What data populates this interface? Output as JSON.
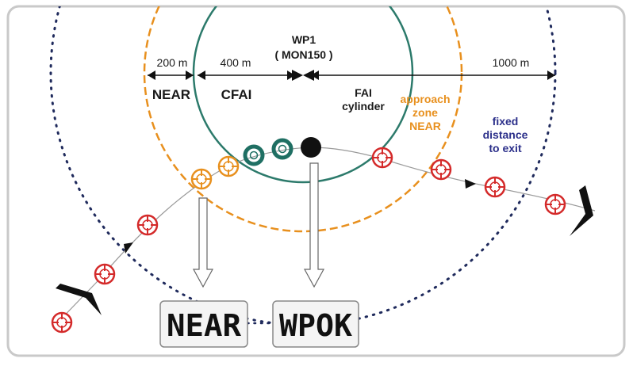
{
  "waypoint": {
    "name": "WP1",
    "code": "( MON150 )"
  },
  "distances": {
    "near": "200 m",
    "cfai": "400 m",
    "exit": "1000 m"
  },
  "zones": {
    "near": "NEAR",
    "cfai": "CFAI",
    "fai_cylinder": [
      "FAI",
      "cylinder"
    ],
    "approach_zone": [
      "approach",
      "zone",
      "NEAR"
    ],
    "fixed_distance": [
      "fixed",
      "distance",
      "to exit"
    ]
  },
  "displays": {
    "near": "NEAR",
    "wpok": "WPOK"
  },
  "colors": {
    "border": "#c9c9c9",
    "fai_circle": "#2c7a6b",
    "approach_circle": "#e8901e",
    "exit_circle": "#1f2a5c",
    "approach_text": "#e8901e",
    "fixed_text": "#2b2f8a",
    "track_marker": "#d42a2a",
    "near_marker": "#e8901e",
    "cfai_marker": "#1f6f63",
    "text": "#1a1a1a"
  }
}
